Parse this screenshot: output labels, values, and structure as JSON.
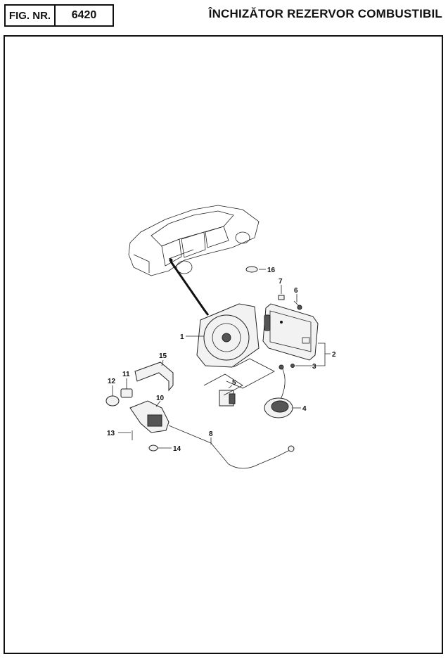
{
  "header": {
    "fig_label": "FIG. NR.",
    "fig_number": "6420",
    "title": "ÎNCHIZĂTOR REZERVOR COMBUSTIBIL"
  },
  "callouts": [
    "1",
    "2",
    "3",
    "4",
    "5",
    "6",
    "7",
    "8",
    "10",
    "11",
    "12",
    "13",
    "14",
    "15",
    "16"
  ]
}
